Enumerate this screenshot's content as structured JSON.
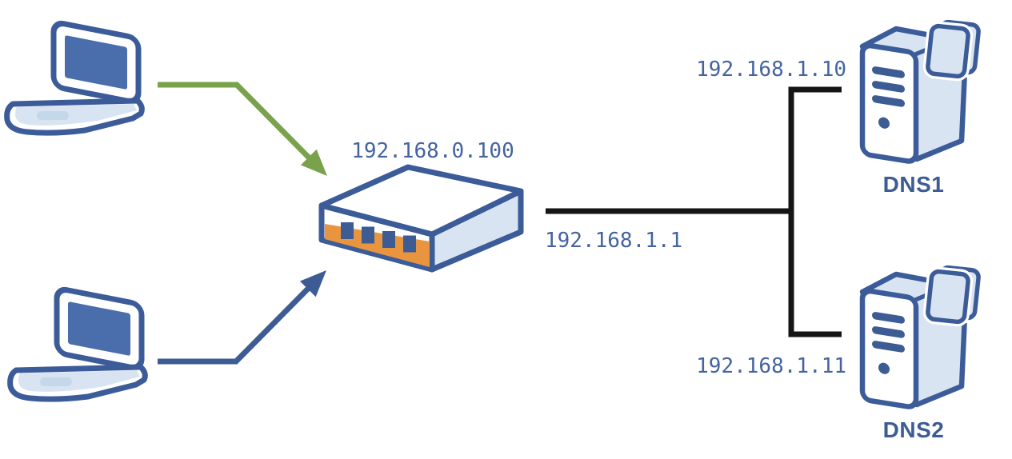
{
  "diagram": {
    "type": "network-topology",
    "nodes": {
      "client1": {
        "type": "laptop"
      },
      "client2": {
        "type": "laptop"
      },
      "router": {
        "type": "switch-router",
        "lan_ip": "192.168.0.100",
        "wan_ip": "192.168.1.1"
      },
      "dns1": {
        "type": "server",
        "name": "DNS1",
        "ip": "192.168.1.10"
      },
      "dns2": {
        "type": "server",
        "name": "DNS2",
        "ip": "192.168.1.11"
      }
    },
    "links": [
      {
        "from": "client1",
        "to": "router",
        "style": "green-arrow"
      },
      {
        "from": "client2",
        "to": "router",
        "style": "blue-arrow"
      },
      {
        "from": "router",
        "to": "dns1",
        "style": "black-line"
      },
      {
        "from": "router",
        "to": "dns2",
        "style": "black-line"
      }
    ],
    "colors": {
      "outline_navy": "#3c5c99",
      "screen_blue": "#4a6dab",
      "light_blue": "#d8e4f2",
      "pale_blue": "#c5d8ea",
      "orange": "#e9953f",
      "green_arrow": "#7aa24c",
      "blue_arrow": "#3e5c94",
      "black_line": "#151515",
      "ip_text": "#44639f",
      "host_text": "#3d5c94"
    }
  }
}
